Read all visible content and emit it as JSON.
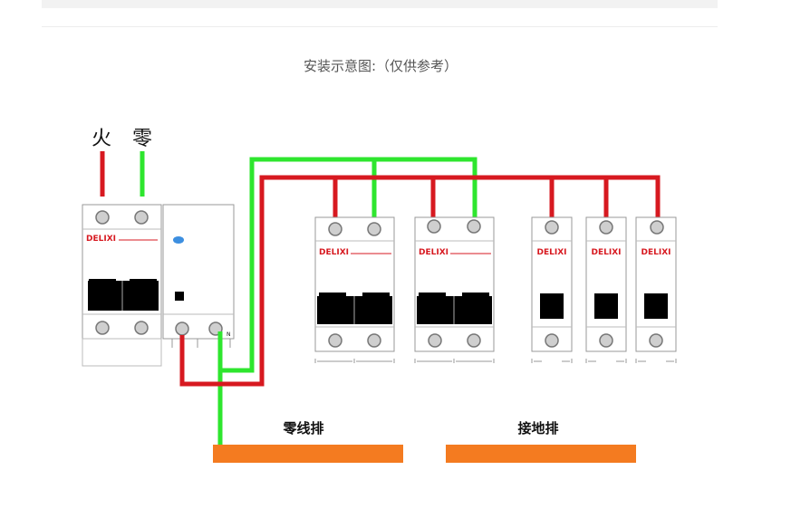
{
  "page": {
    "caption": "安装示意图:（仅供参考）"
  },
  "diagram": {
    "live_label": "火",
    "neutral_label": "零",
    "neutral_bus_label": "零线排",
    "ground_bus_label": "接地排",
    "rcd_n_mark": "N",
    "brand_text": "DELIXI",
    "colors": {
      "live_wire": "#d71920",
      "neutral_wire": "#2ee62e",
      "busbar": "#f47b20",
      "brand": "#d71920",
      "breaker_outline": "#999999",
      "switch": "#000000"
    },
    "breakers": [
      {
        "id": "main",
        "poles": 2,
        "brand": "DELIXI"
      },
      {
        "id": "branch-1",
        "poles": 2,
        "brand": "DELIXI"
      },
      {
        "id": "branch-2",
        "poles": 2,
        "brand": "DELIXI"
      },
      {
        "id": "branch-3",
        "poles": 1,
        "brand": "DELIXI"
      },
      {
        "id": "branch-4",
        "poles": 1,
        "brand": "DELIXI"
      },
      {
        "id": "branch-5",
        "poles": 1,
        "brand": "DELIXI"
      }
    ]
  }
}
